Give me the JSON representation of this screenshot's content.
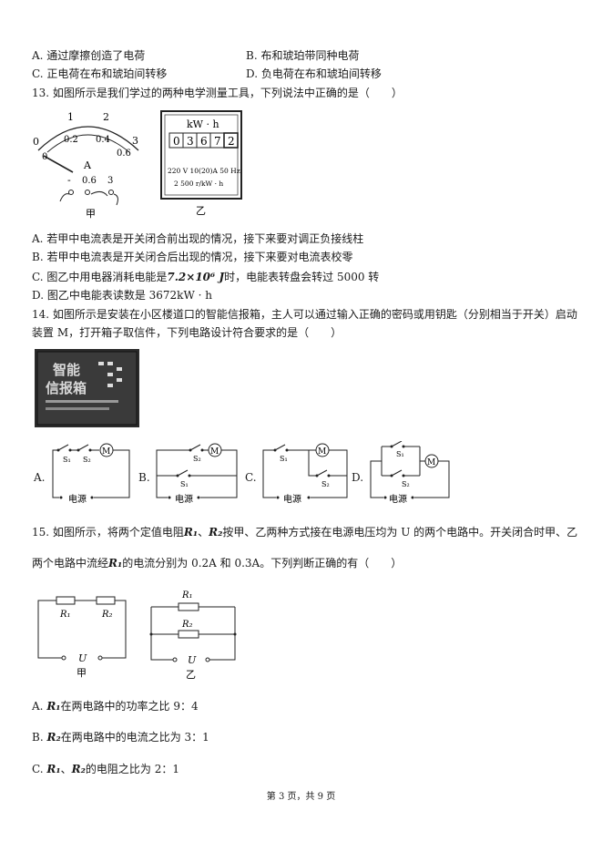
{
  "q12": {
    "a": "A. 通过摩擦创造了电荷",
    "b": "B. 布和琥珀带同种电荷",
    "c": "C. 正电荷在布和琥珀间转移",
    "d": "D. 负电荷在布和琥珀间转移"
  },
  "q13": {
    "stem": "13. 如图所示是我们学过的两种电学测量工具，下列说法中正确的是（　　）",
    "ammeter": {
      "scale_top": [
        "0",
        "1",
        "2",
        "3"
      ],
      "scale_bottom": [
        "0.2",
        "0.4",
        "0.6"
      ],
      "unit": "A",
      "terminals": [
        "-",
        "0.6",
        "3"
      ],
      "caption": "甲"
    },
    "meter": {
      "unit": "kW · h",
      "digits": [
        "0",
        "3",
        "6",
        "7",
        "2"
      ],
      "spec1": "220 V 10(20)A 50 Hz",
      "spec2": "2 500 r/kW · h",
      "caption": "乙"
    },
    "a": "A. 若甲中电流表是开关闭合前出现的情况，接下来要对调正负接线柱",
    "b": "B. 若甲中电流表是开关闭合后出现的情况，接下来要对电流表校零",
    "c_pre": "C. 图乙中用电器消耗电能是",
    "c_val": "7.2×10⁶ J",
    "c_post": "时，电能表转盘会转过 5000 转",
    "d": "D. 图乙中电能表读数是 3672kW · h"
  },
  "q14": {
    "stem1": "14. 如图所示是安装在小区楼道口的智能信报箱，主人可以通过输入正确的密码或用钥匙（分别相当于开关）启动",
    "stem2": "装置 M，打开箱子取信件，下列电路设计符合要求的是（　　）",
    "photo_text1": "智能",
    "photo_text2": "信报箱",
    "options": [
      "A.",
      "B.",
      "C.",
      "D."
    ],
    "s1": "S₁",
    "s2": "S₂",
    "motor": "M",
    "source": "电源"
  },
  "q15": {
    "stem1_pre": "15. 如图所示，将两个定值电阻",
    "r1": "R₁",
    "sep": "、",
    "r2": "R₂",
    "stem1_post": "按甲、乙两种方式接在电源电压均为 U 的两个电路中。开关闭合时甲、乙",
    "stem2_pre": "两个电路中流经",
    "stem2_post": "的电流分别为 0.2A 和 0.3A。下列判断正确的有（　　）",
    "u": "U",
    "cap_jia": "甲",
    "cap_yi": "乙",
    "a_pre": "A.",
    "a_post": "在两电路中的功率之比 9：4",
    "b_pre": "B.",
    "b_post": "在两电路中的电流之比为 3：1",
    "c_pre": "C.",
    "c_post": "的电阻之比为 2：1"
  },
  "footer": "第 3 页，共 9 页"
}
